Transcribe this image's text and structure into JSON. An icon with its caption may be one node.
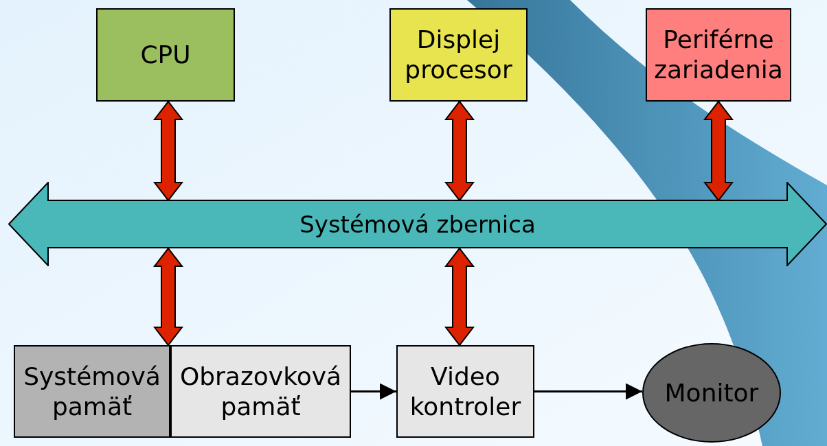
{
  "diagram": {
    "nodes": [
      {
        "text": [
          "CPU"
        ]
      },
      {
        "text": [
          "Displej procesor"
        ]
      },
      {
        "text": [
          "Periférne zariadenia"
        ]
      },
      {
        "text": [
          "Systémová zbernica"
        ]
      },
      {
        "text": [
          "Systémová pamäť"
        ]
      },
      {
        "text": [
          "Obrazovková pamäť"
        ]
      },
      {
        "text": [
          "Video kontroler"
        ]
      },
      {
        "text": [
          "Monitor"
        ]
      }
    ],
    "edges": [
      {
        "from": 0,
        "to": 3,
        "arrow": "both",
        "style": "thick",
        "color": "#dd2200"
      },
      {
        "from": 1,
        "to": 3,
        "arrow": "both",
        "style": "thick",
        "color": "#dd2200"
      },
      {
        "from": 2,
        "to": 3,
        "arrow": "both",
        "style": "thick",
        "color": "#dd2200"
      },
      {
        "from": 3,
        "to": 4,
        "arrow": "both",
        "style": "thick",
        "color": "#dd2200"
      },
      {
        "from": 3,
        "to": 6,
        "arrow": "both",
        "style": "thick",
        "color": "#dd2200"
      },
      {
        "from": 5,
        "to": 6,
        "arrow": "to"
      },
      {
        "from": 6,
        "to": 7,
        "arrow": "to"
      }
    ]
  }
}
